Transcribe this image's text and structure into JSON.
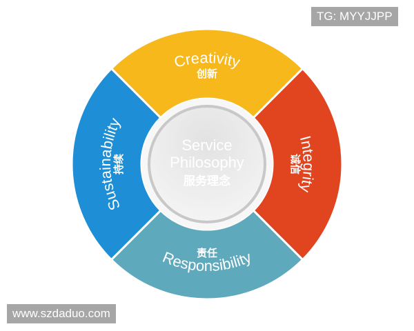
{
  "center": {
    "line1": "Service",
    "line2": "Philosophy",
    "chinese": "服务理念"
  },
  "segments": [
    {
      "label": "Creativity",
      "chinese": "创新",
      "color": "#f7b81c"
    },
    {
      "label": "Integrity",
      "chinese": "诚信",
      "color": "#e0451f"
    },
    {
      "label": "Responsibility",
      "chinese": "责任",
      "color": "#5fa9bd"
    },
    {
      "label": "Sustainability",
      "chinese": "持续",
      "color": "#1e8ed6"
    }
  ],
  "watermarks": {
    "top": "TG: MYYJJPP",
    "bottom": "www.szdaduo.com"
  }
}
